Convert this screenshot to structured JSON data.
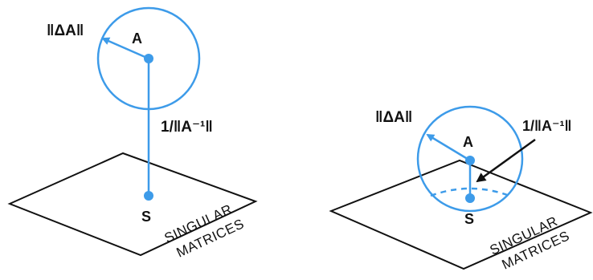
{
  "colors": {
    "accent": "#3d9be9",
    "ink": "#111111",
    "background": "#ffffff"
  },
  "left_figure": {
    "norm_delta_label": "‖ΔA‖",
    "point_a_label": "A",
    "point_s_label": "S",
    "distance_label": "1/‖A⁻¹‖",
    "plane_label_line1": "SINGULAR",
    "plane_label_line2": "MATRICES"
  },
  "right_figure": {
    "norm_delta_label": "‖ΔA‖",
    "point_a_label": "A",
    "point_s_label": "S",
    "distance_label": "1/‖A⁻¹‖",
    "plane_label_line1": "SINGULAR",
    "plane_label_line2": "MATRICES"
  }
}
